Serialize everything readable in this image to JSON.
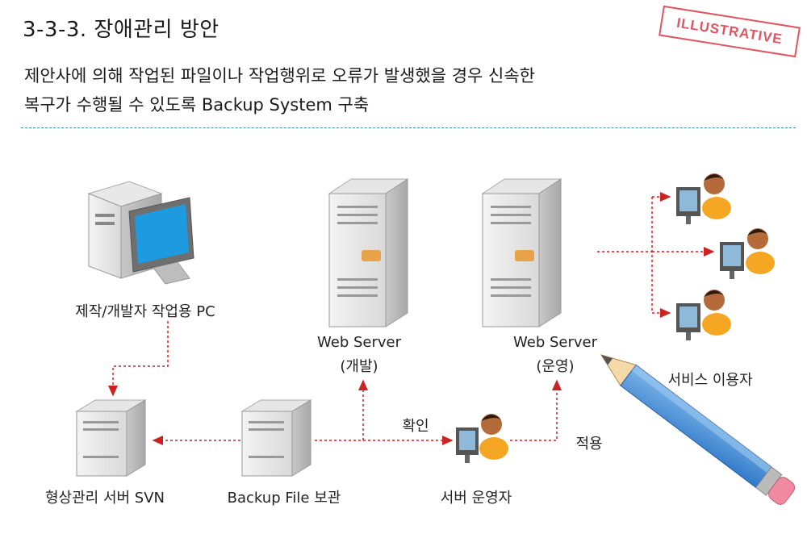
{
  "header": {
    "title": "3-3-3. 장애관리 방안",
    "subtitle_line1": "제안사에 의해 작업된 파일이나 작업행위로 오류가 발생했을 경우 신속한",
    "subtitle_line2": "복구가 수행될 수 있도록 Backup System 구축",
    "stamp": "ILLUSTRATIVE"
  },
  "diagram": {
    "dev_pc": "제작/개발자 작업용 PC",
    "web_dev_line1": "Web Server",
    "web_dev_line2": "(개발)",
    "web_ops_line1": "Web Server",
    "web_ops_line2": "(운영)",
    "service_users": "서비스 이용자",
    "svn_server": "형상관리 서버 SVN",
    "backup_store": "Backup File 보관",
    "server_operator": "서버 운영자",
    "confirm": "확인",
    "apply": "적용"
  },
  "colors": {
    "accent_red": "#cc2222",
    "divider": "#3a8fb0",
    "stamp": "#e05560"
  }
}
